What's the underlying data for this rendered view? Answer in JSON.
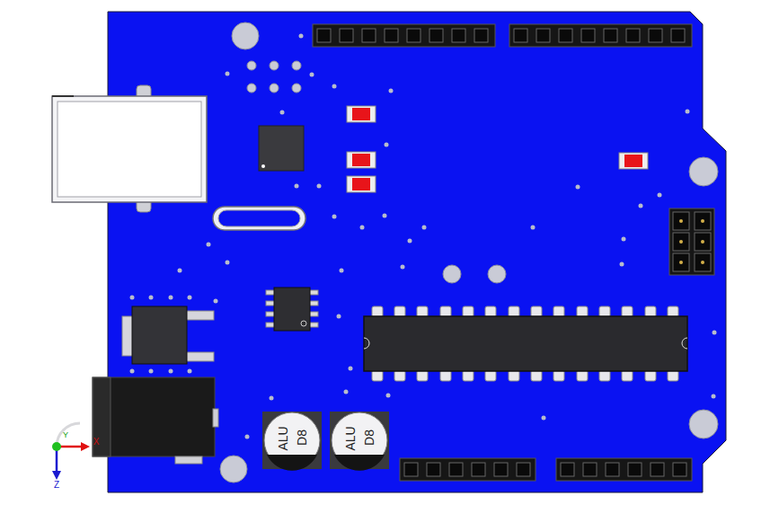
{
  "diagram": {
    "labels": [
      "ALU",
      "D8",
      "ALU",
      "D8",
      "X",
      "Y",
      "Z"
    ]
  }
}
